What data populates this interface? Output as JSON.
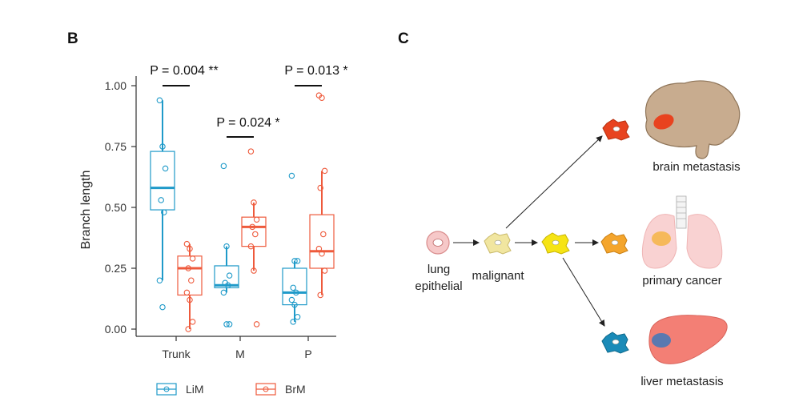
{
  "panels": {
    "b": "B",
    "c": "C"
  },
  "colors": {
    "lim": "#1f9ac9",
    "brm": "#ee5a3c"
  },
  "chart_data": {
    "type": "box",
    "ylabel": "Branch length",
    "ylim": [
      0,
      1.0
    ],
    "yticks": [
      "0.00",
      "0.25",
      "0.50",
      "0.75",
      "1.00"
    ],
    "yticks_values": [
      0,
      0.25,
      0.5,
      0.75,
      1.0
    ],
    "categories": [
      "Trunk",
      "M",
      "P"
    ],
    "legend": {
      "placement": "bottom",
      "entries": [
        "LiM",
        "BrM"
      ]
    },
    "series": [
      {
        "name": "LiM",
        "color": "#1f9ac9",
        "boxes": [
          {
            "q1": 0.49,
            "median": 0.58,
            "q3": 0.73,
            "low": 0.2,
            "high": 0.94
          },
          {
            "q1": 0.17,
            "median": 0.18,
            "q3": 0.26,
            "low": 0.15,
            "high": 0.34
          },
          {
            "q1": 0.1,
            "median": 0.15,
            "q3": 0.25,
            "low": 0.03,
            "high": 0.28
          }
        ],
        "points": [
          [
            0.94,
            0.75,
            0.66,
            0.53,
            0.48,
            0.2,
            0.09
          ],
          [
            0.67,
            0.34,
            0.22,
            0.19,
            0.18,
            0.15,
            0.02,
            0.02
          ],
          [
            0.63,
            0.28,
            0.28,
            0.17,
            0.15,
            0.12,
            0.1,
            0.05,
            0.03
          ]
        ]
      },
      {
        "name": "BrM",
        "color": "#ee5a3c",
        "boxes": [
          {
            "q1": 0.14,
            "median": 0.25,
            "q3": 0.3,
            "low": 0.0,
            "high": 0.35
          },
          {
            "q1": 0.34,
            "median": 0.42,
            "q3": 0.46,
            "low": 0.24,
            "high": 0.52
          },
          {
            "q1": 0.25,
            "median": 0.32,
            "q3": 0.47,
            "low": 0.14,
            "high": 0.65
          }
        ],
        "points": [
          [
            0.35,
            0.33,
            0.29,
            0.25,
            0.2,
            0.15,
            0.12,
            0.03,
            0.0
          ],
          [
            0.73,
            0.52,
            0.45,
            0.42,
            0.39,
            0.34,
            0.24,
            0.02
          ],
          [
            0.96,
            0.95,
            0.65,
            0.58,
            0.39,
            0.33,
            0.31,
            0.24,
            0.14
          ]
        ]
      }
    ],
    "annotations": [
      {
        "text": "P = 0.004 **",
        "category": "Trunk"
      },
      {
        "text": "P = 0.024 *",
        "category": "M"
      },
      {
        "text": "P = 0.013 *",
        "category": "P"
      }
    ]
  },
  "diagram": {
    "nodes": [
      "lung",
      "epithelial",
      "malignant",
      "brain metastasis",
      "primary cancer",
      "liver metastasis"
    ]
  }
}
